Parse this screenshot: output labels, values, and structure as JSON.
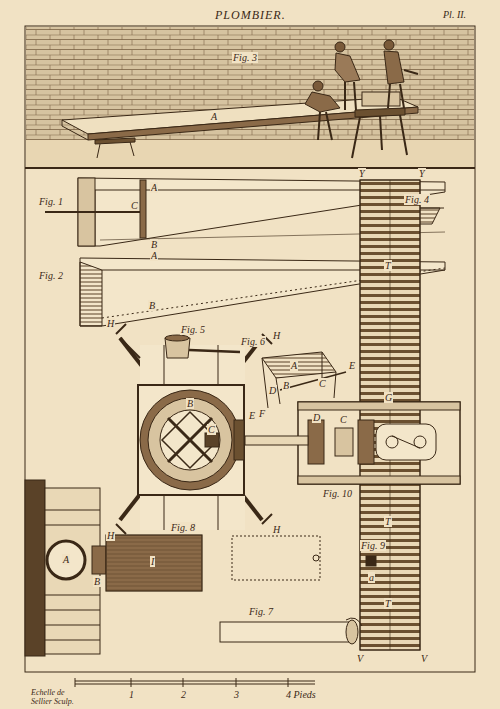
{
  "diagram": {
    "title": "PLOMBIER.",
    "labels": [
      "Pl. II.",
      "Fig. 3",
      "A",
      "Fig. 1",
      "A",
      "C",
      "B",
      "Fig. 2",
      "A",
      "B",
      "Fig. 4",
      "Y",
      "Y",
      "T",
      "G",
      "T",
      "T",
      "V",
      "V",
      "Fig. 5",
      "Fig. 6",
      "A",
      "B",
      "C",
      "D",
      "E",
      "F",
      "Fig. 10",
      "H",
      "H",
      "B",
      "C",
      "E",
      "D",
      "C",
      "H",
      "H",
      "Fig. 8",
      "A",
      "B",
      "I",
      "Fig. 9",
      "a",
      "Fig. 7",
      "Echelle de",
      "1",
      "2",
      "3",
      "4 Pieds",
      "Sellier Sculp."
    ]
  }
}
